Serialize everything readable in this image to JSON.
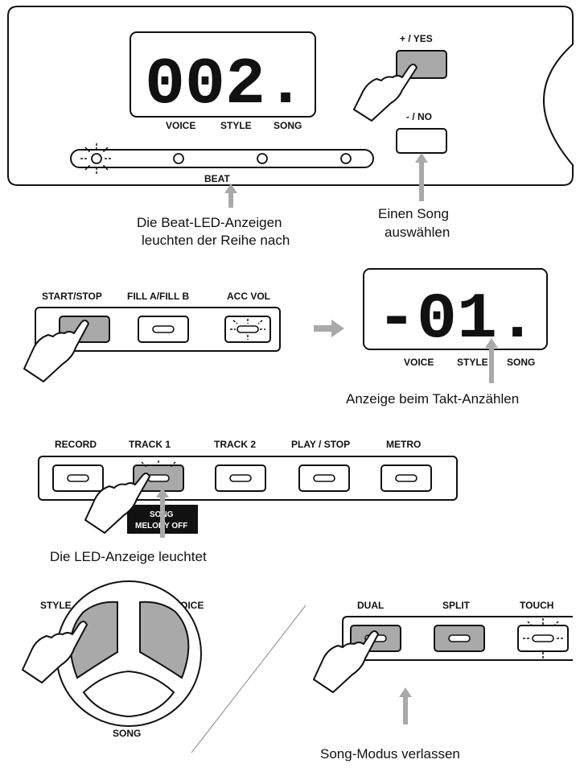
{
  "display_top": {
    "digits": "002.",
    "labels": [
      "VOICE",
      "STYLE",
      "SONG"
    ]
  },
  "beat_label": "BEAT",
  "yes_button_label": "+ / YES",
  "no_button_label": "- / NO",
  "caption_beat": [
    "Die Beat-LED-Anzeigen",
    "leuchten der Reihe nach"
  ],
  "caption_song": [
    "Einen Song",
    "auswählen"
  ],
  "buttons_row1": {
    "start_stop": "START/STOP",
    "fill": "FILL A/FILL B",
    "acc_vol": "ACC VOL"
  },
  "display_count": {
    "digits": "-01.",
    "labels": [
      "VOICE",
      "STYLE",
      "SONG"
    ]
  },
  "caption_count": "Anzeige beim Takt-Anzählen",
  "buttons_row2": [
    "RECORD",
    "TRACK 1",
    "TRACK 2",
    "PLAY / STOP",
    "METRO"
  ],
  "melody_off_label": [
    "SONG",
    "MELODY OFF"
  ],
  "caption_led": "Die LED-Anzeige leuchtet",
  "dial_labels": {
    "style": "STYLE",
    "voice": "VOICE",
    "song": "SONG"
  },
  "buttons_row3": [
    "DUAL",
    "SPLIT",
    "TOUCH"
  ],
  "caption_exit": "Song-Modus verlassen"
}
